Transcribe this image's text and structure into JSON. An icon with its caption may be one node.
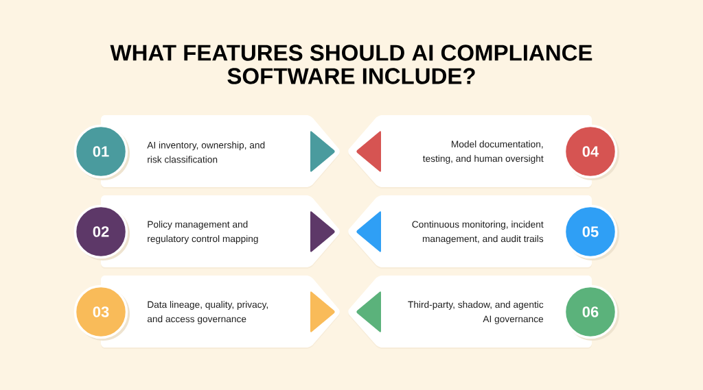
{
  "diagram": {
    "title": "WHAT FEATURES SHOULD AI COMPLIANCE SOFTWARE INCLUDE?",
    "nodes": [
      {
        "text": [
          "01"
        ]
      },
      {
        "text": [
          "AI inventory, ownership, and risk classification"
        ]
      },
      {
        "text": [
          "Model documentation, testing, and human oversight"
        ]
      },
      {
        "text": [
          "04"
        ]
      },
      {
        "text": [
          "02"
        ]
      },
      {
        "text": [
          "Policy management and regulatory control mapping"
        ]
      },
      {
        "text": [
          "Continuous monitoring, incident management, and audit trails"
        ]
      },
      {
        "text": [
          "05"
        ]
      },
      {
        "text": [
          "03"
        ]
      },
      {
        "text": [
          "Data lineage, quality, privacy, and access governance"
        ]
      },
      {
        "text": [
          "Third-party, shadow, and agentic AI governance"
        ]
      },
      {
        "text": [
          "06"
        ]
      }
    ]
  }
}
